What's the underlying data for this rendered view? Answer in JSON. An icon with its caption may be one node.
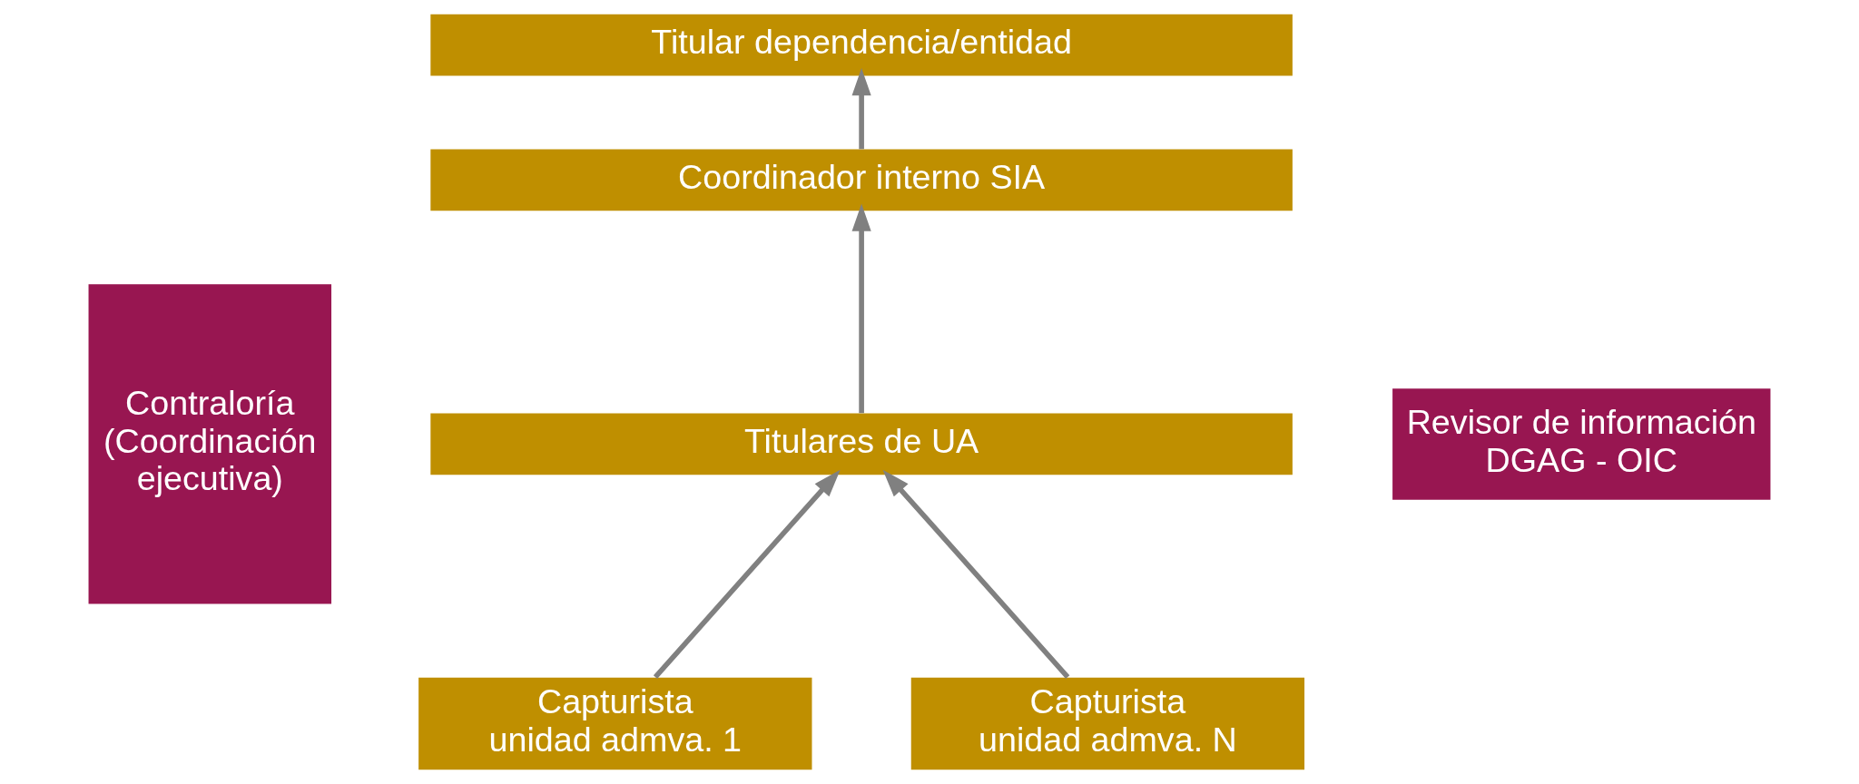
{
  "diagram": {
    "nodes": [
      {
        "text": [
          "Contraloría (Coordinación ejecutiva)"
        ]
      },
      {
        "text": [
          "Titular dependencia/entidad"
        ]
      },
      {
        "text": [
          "Coordinador interno SIA"
        ]
      },
      {
        "text": [
          "Titulares de UA"
        ]
      },
      {
        "text": [
          "Capturista unidad admva. 1"
        ]
      },
      {
        "text": [
          "Capturista unidad admva. N"
        ]
      },
      {
        "text": [
          "Revisor de información DGAG - OIC"
        ]
      }
    ],
    "edges": [
      {
        "from": 2,
        "to": 1,
        "arrow": "to"
      },
      {
        "from": 3,
        "to": 2,
        "arrow": "to"
      },
      {
        "from": 4,
        "to": 3,
        "arrow": "to"
      },
      {
        "from": 5,
        "to": 3,
        "arrow": "to"
      }
    ]
  }
}
